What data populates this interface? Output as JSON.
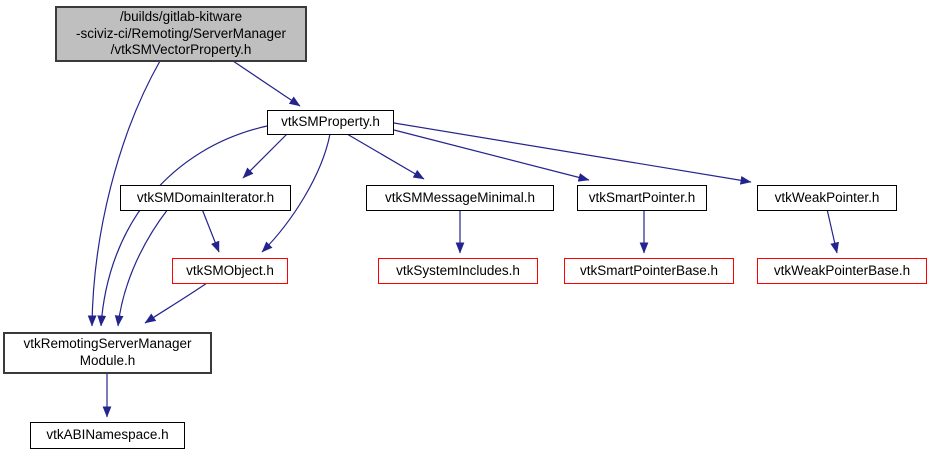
{
  "diagram": {
    "kind": "include-dependency-graph",
    "colors": {
      "edge": "#24248f",
      "node_border": "#000000",
      "truncated_border": "#ff0000",
      "root_fill": "#bfbfbf",
      "node_fill": "#ffffff",
      "text": "#000000"
    },
    "nodes": {
      "root": {
        "label": "/builds/gitlab-kitware\n-sciviz-ci/Remoting/ServerManager\n/vtkSMVectorProperty.h"
      },
      "sm_property": {
        "label": "vtkSMProperty.h"
      },
      "sm_domain_iterator": {
        "label": "vtkSMDomainIterator.h"
      },
      "sm_message_minimal": {
        "label": "vtkSMMessageMinimal.h"
      },
      "smart_pointer": {
        "label": "vtkSmartPointer.h"
      },
      "weak_pointer": {
        "label": "vtkWeakPointer.h"
      },
      "sm_object": {
        "label": "vtkSMObject.h"
      },
      "system_includes": {
        "label": "vtkSystemIncludes.h"
      },
      "smart_pointer_base": {
        "label": "vtkSmartPointerBase.h"
      },
      "weak_pointer_base": {
        "label": "vtkWeakPointerBase.h"
      },
      "remoting_module": {
        "label": "vtkRemotingServerManager\nModule.h"
      },
      "abi_namespace": {
        "label": "vtkABINamespace.h"
      }
    },
    "edges": [
      {
        "from": "root",
        "to": "sm_property"
      },
      {
        "from": "root",
        "to": "remoting_module"
      },
      {
        "from": "sm_property",
        "to": "sm_domain_iterator"
      },
      {
        "from": "sm_property",
        "to": "remoting_module"
      },
      {
        "from": "sm_property",
        "to": "sm_object"
      },
      {
        "from": "sm_property",
        "to": "sm_message_minimal"
      },
      {
        "from": "sm_property",
        "to": "smart_pointer"
      },
      {
        "from": "sm_property",
        "to": "weak_pointer"
      },
      {
        "from": "sm_domain_iterator",
        "to": "sm_object"
      },
      {
        "from": "sm_domain_iterator",
        "to": "remoting_module"
      },
      {
        "from": "sm_object",
        "to": "remoting_module"
      },
      {
        "from": "sm_message_minimal",
        "to": "system_includes"
      },
      {
        "from": "smart_pointer",
        "to": "smart_pointer_base"
      },
      {
        "from": "weak_pointer",
        "to": "weak_pointer_base"
      },
      {
        "from": "remoting_module",
        "to": "abi_namespace"
      }
    ]
  }
}
